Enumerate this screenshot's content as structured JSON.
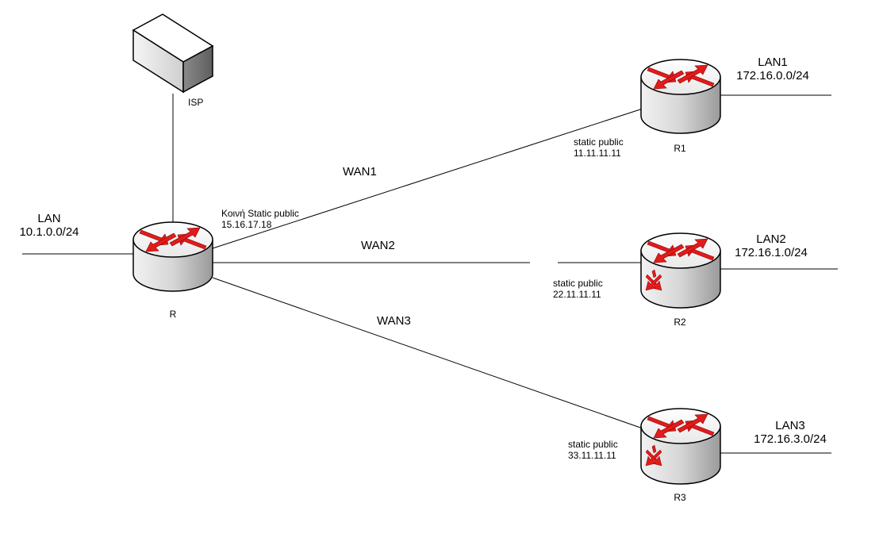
{
  "colors": {
    "line": "#000000",
    "arrow": "#e21b1b",
    "router_body": "#d9d9d9",
    "isp_box": "#e6e6e6"
  },
  "nodes": {
    "isp": {
      "label": "ISP",
      "icon": "isp-server-icon"
    },
    "r": {
      "label": "R",
      "icon": "router-icon"
    },
    "r1": {
      "label": "R1",
      "icon": "router-icon"
    },
    "r2": {
      "label": "R2",
      "icon": "router-icon"
    },
    "r3": {
      "label": "R3",
      "icon": "router-icon"
    }
  },
  "links": {
    "wan1": "WAN1",
    "wan2": "WAN2",
    "wan3": "WAN3"
  },
  "r_public": {
    "line1": "Κοινή Static public",
    "line2": "15.16.17.18"
  },
  "r1_public": {
    "line1": "static public",
    "line2": "11.11.11.11"
  },
  "r2_public": {
    "line1": "static public",
    "line2": "22.11.11.11"
  },
  "r3_public": {
    "line1": "static public",
    "line2": "33.11.11.11"
  },
  "lans": {
    "lan": {
      "name": "LAN",
      "subnet": "10.1.0.0/24"
    },
    "lan1": {
      "name": "LAN1",
      "subnet": "172.16.0.0/24"
    },
    "lan2": {
      "name": "LAN2",
      "subnet": "172.16.1.0/24"
    },
    "lan3": {
      "name": "LAN3",
      "subnet": "172.16.3.0/24"
    }
  }
}
